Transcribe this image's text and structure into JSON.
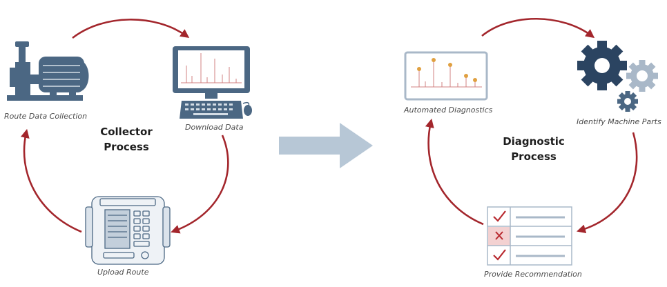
{
  "collector": {
    "title_line1": "Collector",
    "title_line2": "Process",
    "steps": {
      "route_data_collection": "Route Data Collection",
      "download_data": "Download Data",
      "upload_route": "Upload Route"
    }
  },
  "diagnostic": {
    "title_line1": "Diagnostic",
    "title_line2": "Process",
    "steps": {
      "automated_diagnostics": "Automated Diagnostics",
      "identify_machine_parts": "Identify Machine Parts",
      "provide_recommendation": "Provide Recommendation"
    },
    "checklist": [
      "check-icon",
      "cross-icon",
      "check-icon"
    ]
  },
  "colors": {
    "arrow_red": "#a3262c",
    "icon_blue": "#4b6783",
    "icon_dark": "#2b4461",
    "icon_light": "#a9b8c8",
    "big_arrow": "#b7c7d6",
    "spectrum_red": "#d08080",
    "marker_orange": "#e0a040",
    "list_red_bg": "#f3d1d1",
    "check_red": "#b8282e"
  }
}
